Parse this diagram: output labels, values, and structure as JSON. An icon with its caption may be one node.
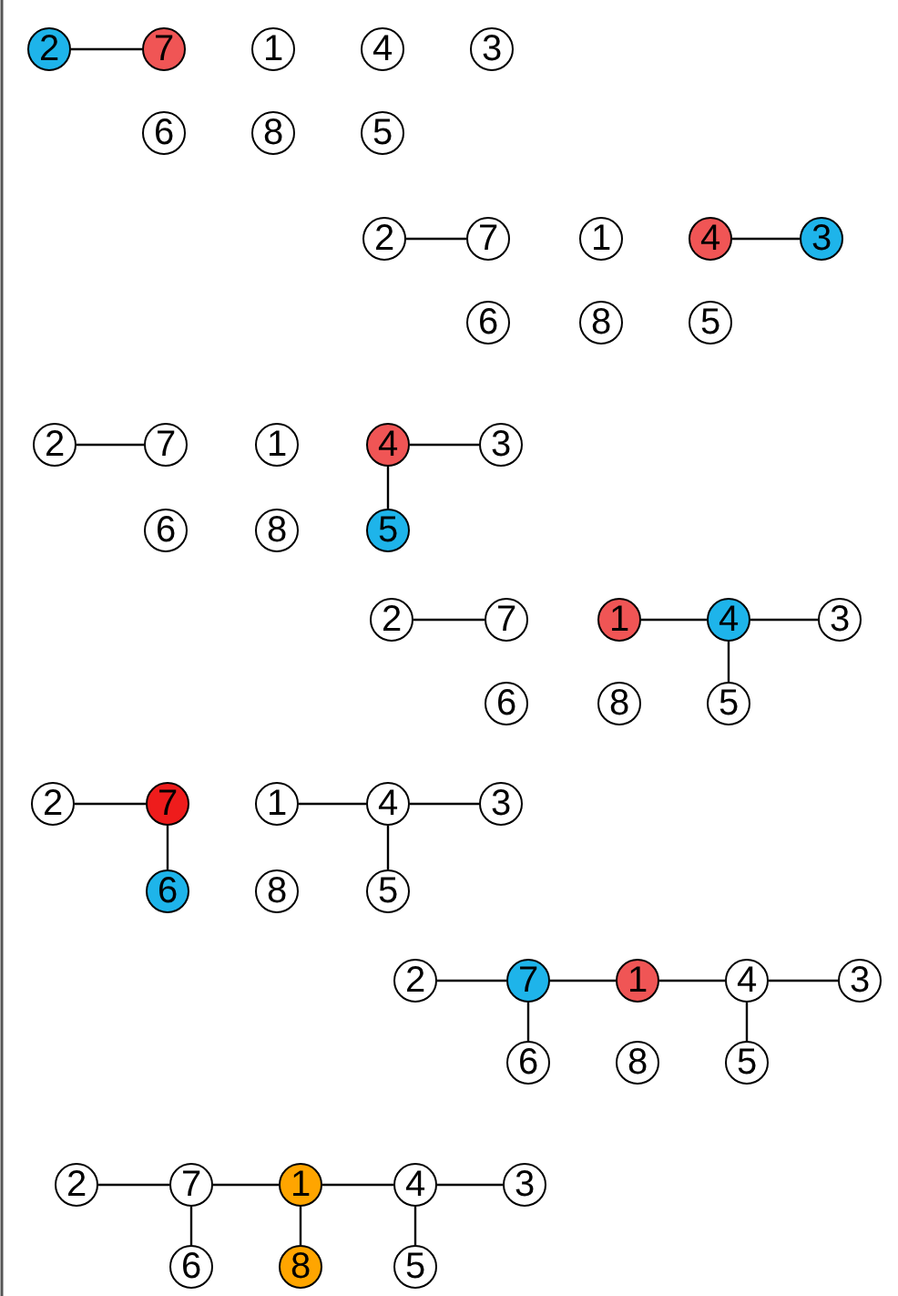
{
  "diagram": {
    "nodes": [
      {
        "text": [
          "2"
        ]
      },
      {
        "text": [
          "7"
        ]
      },
      {
        "text": [
          "1"
        ]
      },
      {
        "text": [
          "4"
        ]
      },
      {
        "text": [
          "3"
        ]
      },
      {
        "text": [
          "6"
        ]
      },
      {
        "text": [
          "8"
        ]
      },
      {
        "text": [
          "5"
        ]
      },
      {
        "text": [
          "2"
        ]
      },
      {
        "text": [
          "7"
        ]
      },
      {
        "text": [
          "1"
        ]
      },
      {
        "text": [
          "4"
        ]
      },
      {
        "text": [
          "3"
        ]
      },
      {
        "text": [
          "6"
        ]
      },
      {
        "text": [
          "8"
        ]
      },
      {
        "text": [
          "5"
        ]
      },
      {
        "text": [
          "2"
        ]
      },
      {
        "text": [
          "7"
        ]
      },
      {
        "text": [
          "1"
        ]
      },
      {
        "text": [
          "4"
        ]
      },
      {
        "text": [
          "3"
        ]
      },
      {
        "text": [
          "6"
        ]
      },
      {
        "text": [
          "8"
        ]
      },
      {
        "text": [
          "5"
        ]
      },
      {
        "text": [
          "2"
        ]
      },
      {
        "text": [
          "7"
        ]
      },
      {
        "text": [
          "1"
        ]
      },
      {
        "text": [
          "4"
        ]
      },
      {
        "text": [
          "3"
        ]
      },
      {
        "text": [
          "6"
        ]
      },
      {
        "text": [
          "8"
        ]
      },
      {
        "text": [
          "5"
        ]
      },
      {
        "text": [
          "2"
        ]
      },
      {
        "text": [
          "7"
        ]
      },
      {
        "text": [
          "1"
        ]
      },
      {
        "text": [
          "4"
        ]
      },
      {
        "text": [
          "3"
        ]
      },
      {
        "text": [
          "6"
        ]
      },
      {
        "text": [
          "8"
        ]
      },
      {
        "text": [
          "5"
        ]
      },
      {
        "text": [
          "2"
        ]
      },
      {
        "text": [
          "7"
        ]
      },
      {
        "text": [
          "1"
        ]
      },
      {
        "text": [
          "4"
        ]
      },
      {
        "text": [
          "3"
        ]
      },
      {
        "text": [
          "6"
        ]
      },
      {
        "text": [
          "8"
        ]
      },
      {
        "text": [
          "5"
        ]
      },
      {
        "text": [
          "2"
        ]
      },
      {
        "text": [
          "7"
        ]
      },
      {
        "text": [
          "1"
        ]
      },
      {
        "text": [
          "4"
        ]
      },
      {
        "text": [
          "3"
        ]
      },
      {
        "text": [
          "6"
        ]
      },
      {
        "text": [
          "8"
        ]
      },
      {
        "text": [
          "5"
        ]
      }
    ],
    "edges": [
      {
        "from": 0,
        "to": 1,
        "arrow": "none"
      },
      {
        "from": 8,
        "to": 9,
        "arrow": "none"
      },
      {
        "from": 11,
        "to": 12,
        "arrow": "none"
      },
      {
        "from": 16,
        "to": 17,
        "arrow": "none"
      },
      {
        "from": 19,
        "to": 20,
        "arrow": "none"
      },
      {
        "from": 19,
        "to": 23,
        "arrow": "none"
      },
      {
        "from": 24,
        "to": 25,
        "arrow": "none"
      },
      {
        "from": 26,
        "to": 27,
        "arrow": "none"
      },
      {
        "from": 27,
        "to": 28,
        "arrow": "none"
      },
      {
        "from": 27,
        "to": 31,
        "arrow": "none"
      },
      {
        "from": 32,
        "to": 33,
        "arrow": "none"
      },
      {
        "from": 33,
        "to": 37,
        "arrow": "none"
      },
      {
        "from": 34,
        "to": 35,
        "arrow": "none"
      },
      {
        "from": 35,
        "to": 36,
        "arrow": "none"
      },
      {
        "from": 35,
        "to": 39,
        "arrow": "none"
      },
      {
        "from": 40,
        "to": 41,
        "arrow": "none"
      },
      {
        "from": 41,
        "to": 45,
        "arrow": "none"
      },
      {
        "from": 41,
        "to": 42,
        "arrow": "none"
      },
      {
        "from": 42,
        "to": 43,
        "arrow": "none"
      },
      {
        "from": 43,
        "to": 44,
        "arrow": "none"
      },
      {
        "from": 43,
        "to": 47,
        "arrow": "none"
      },
      {
        "from": 48,
        "to": 49,
        "arrow": "none"
      },
      {
        "from": 49,
        "to": 53,
        "arrow": "none"
      },
      {
        "from": 49,
        "to": 50,
        "arrow": "none"
      },
      {
        "from": 50,
        "to": 51,
        "arrow": "none"
      },
      {
        "from": 51,
        "to": 52,
        "arrow": "none"
      },
      {
        "from": 51,
        "to": 55,
        "arrow": "none"
      },
      {
        "from": 50,
        "to": 54,
        "arrow": "none"
      }
    ]
  }
}
